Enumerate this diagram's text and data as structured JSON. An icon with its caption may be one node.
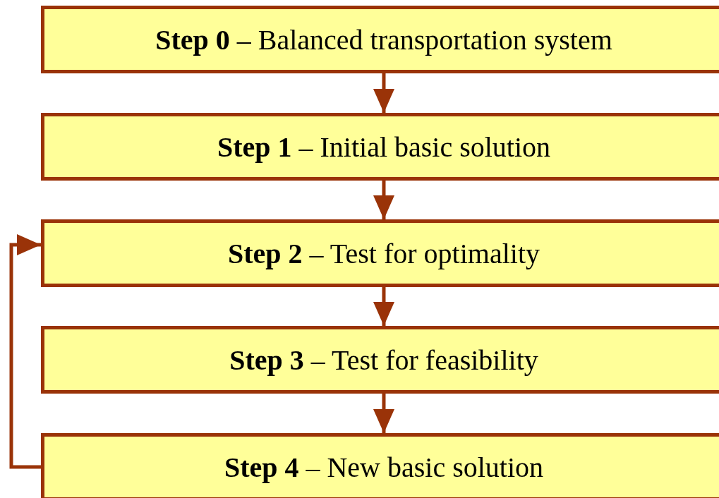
{
  "diagram": {
    "nodes": [
      {
        "text": [
          "**Step 0** – Balanced transportation system"
        ]
      },
      {
        "text": [
          "**Step 1** – Initial basic solution"
        ]
      },
      {
        "text": [
          "**Step 2** – Test for optimality"
        ]
      },
      {
        "text": [
          "**Step 3** – Test for feasibility"
        ]
      },
      {
        "text": [
          "**Step 4** – New basic solution"
        ]
      }
    ],
    "edges": [
      {
        "from": 0,
        "to": 1,
        "arrow": "to"
      },
      {
        "from": 1,
        "to": 2,
        "arrow": "to"
      },
      {
        "from": 2,
        "to": 3,
        "arrow": "to"
      },
      {
        "from": 3,
        "to": 4,
        "arrow": "to"
      },
      {
        "from": 4,
        "to": 2,
        "arrow": "to"
      }
    ]
  }
}
